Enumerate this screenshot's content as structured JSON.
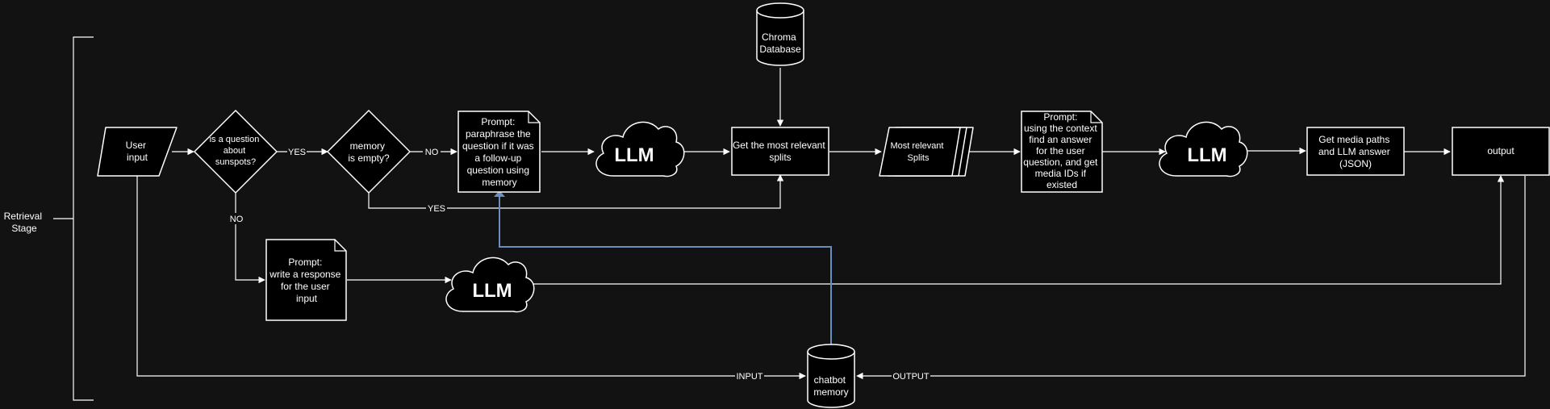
{
  "stage_label": [
    "Retrieval",
    "Stage"
  ],
  "nodes": {
    "chroma_db": [
      "Chroma",
      "Database"
    ],
    "user_input": [
      "User",
      "input"
    ],
    "q_sunspots": [
      "is a question",
      "about",
      "sunspots?"
    ],
    "memory_empty": [
      "memory",
      "is empty?"
    ],
    "prompt_paraphrase": [
      "Prompt:",
      "paraphrase the",
      "question if it was",
      "a follow-up",
      "question using",
      "memory"
    ],
    "llm_1": "LLM",
    "get_splits": [
      "Get the most relevant",
      "splits"
    ],
    "most_relevant_splits": [
      "Most relevant",
      "Splits"
    ],
    "prompt_context": [
      "Prompt:",
      "using the context",
      "find an answer",
      "for the user",
      "question, and get",
      "media IDs if",
      "existed"
    ],
    "llm_2": "LLM",
    "get_media": [
      "Get media paths",
      "and LLM answer",
      "(JSON)"
    ],
    "output": "output",
    "prompt_response": [
      "Prompt:",
      "write a response",
      "for the user",
      "input"
    ],
    "llm_3": "LLM",
    "chatbot_memory": [
      "chatbot",
      "memory"
    ]
  },
  "edge_labels": {
    "yes_1": "YES",
    "no_1": "NO",
    "yes_2": "YES",
    "no_2": "NO",
    "input": "INPUT",
    "output": "OUTPUT"
  }
}
